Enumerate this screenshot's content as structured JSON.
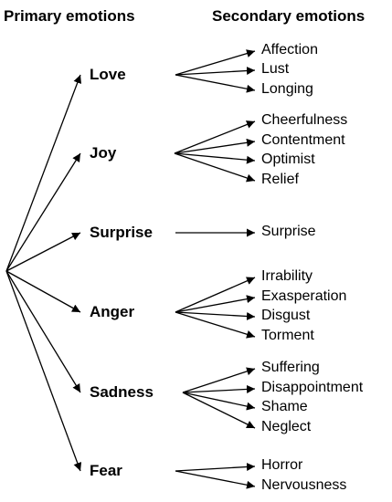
{
  "headers": {
    "primary": "Primary emotions",
    "secondary": "Secondary emotions"
  },
  "colors": {
    "ink": "#000000",
    "background": "#ffffff"
  },
  "emotions": [
    {
      "primary": "Love",
      "secondary": [
        "Affection",
        "Lust",
        "Longing"
      ]
    },
    {
      "primary": "Joy",
      "secondary": [
        "Cheerfulness",
        "Contentment",
        "Optimist",
        "Relief"
      ]
    },
    {
      "primary": "Surprise",
      "secondary": [
        "Surprise"
      ]
    },
    {
      "primary": "Anger",
      "secondary": [
        "Irrability",
        "Exasperation",
        "Disgust",
        "Torment"
      ]
    },
    {
      "primary": "Sadness",
      "secondary": [
        "Suffering",
        "Disappointment",
        "Shame",
        "Neglect"
      ]
    },
    {
      "primary": "Fear",
      "secondary": [
        "Horror",
        "Nervousness"
      ]
    }
  ]
}
